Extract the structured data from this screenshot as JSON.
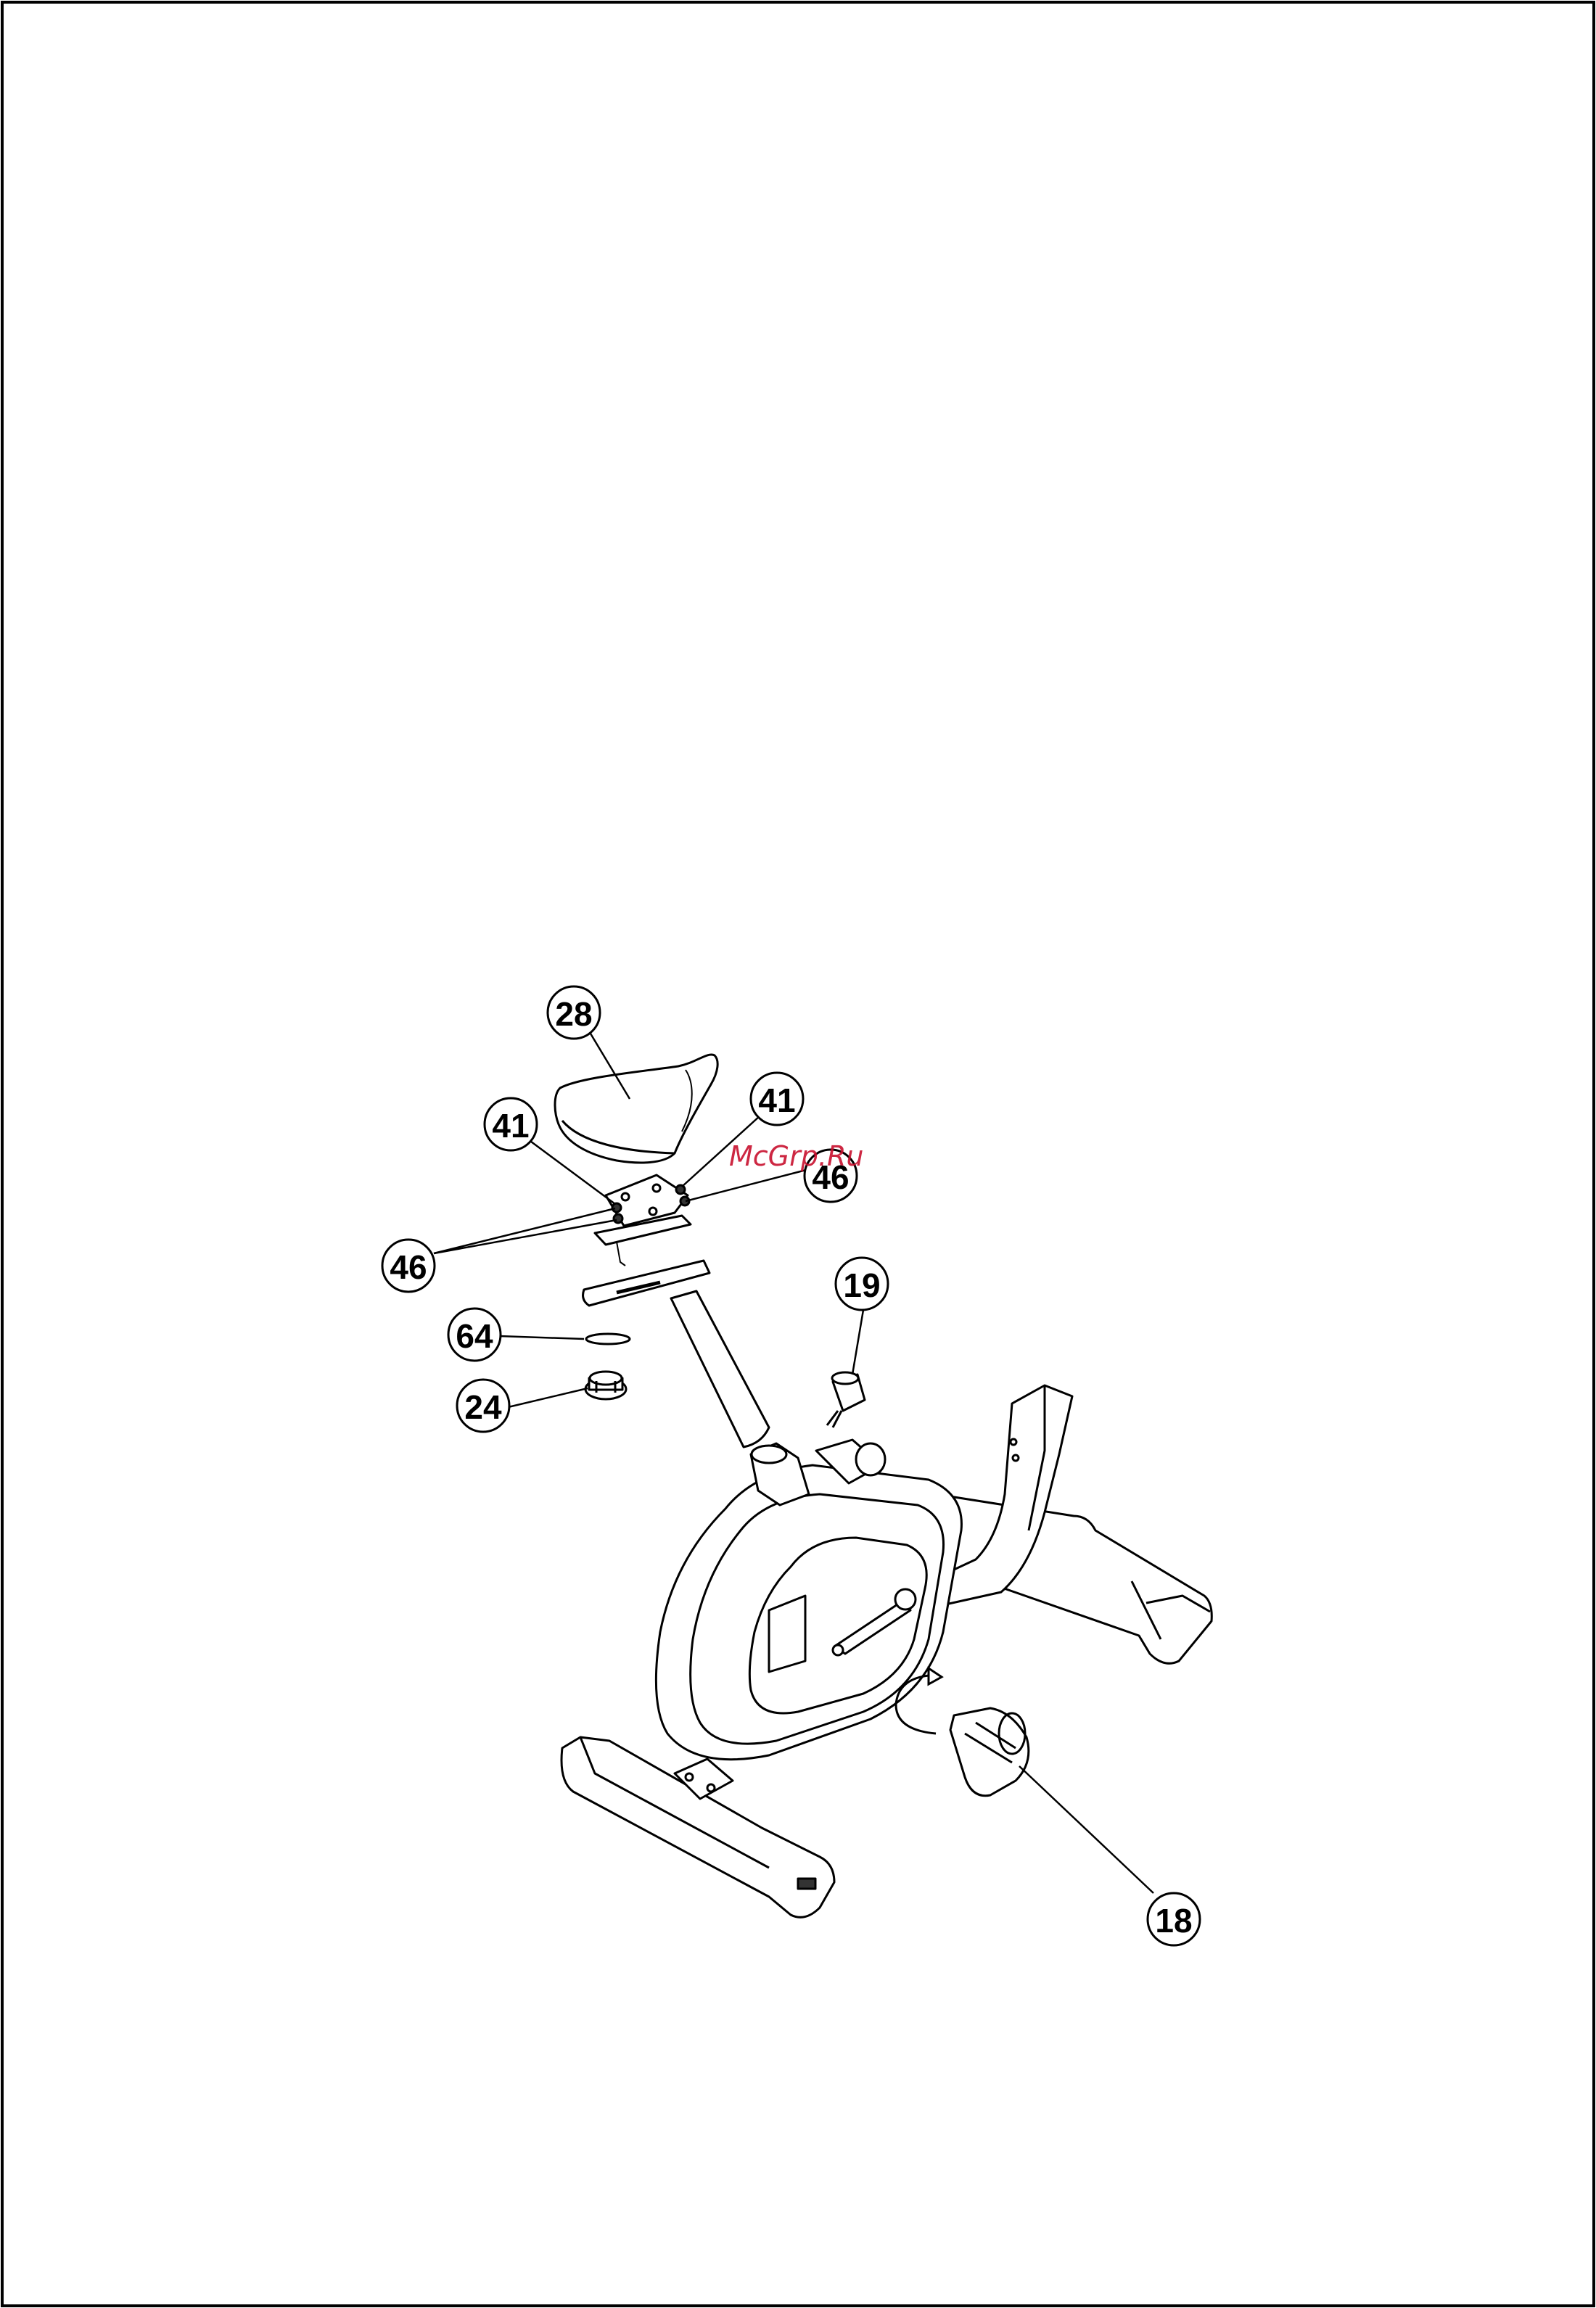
{
  "diagram": {
    "callouts": {
      "c28": "28",
      "c41_left": "41",
      "c41_right": "41",
      "c46_left": "46",
      "c46_right": "46",
      "c64": "64",
      "c24": "24",
      "c19": "19",
      "c18": "18"
    },
    "watermark": "McGrp.Ru",
    "colors": {
      "ink": "#000000",
      "watermark": "#c8102e"
    }
  }
}
